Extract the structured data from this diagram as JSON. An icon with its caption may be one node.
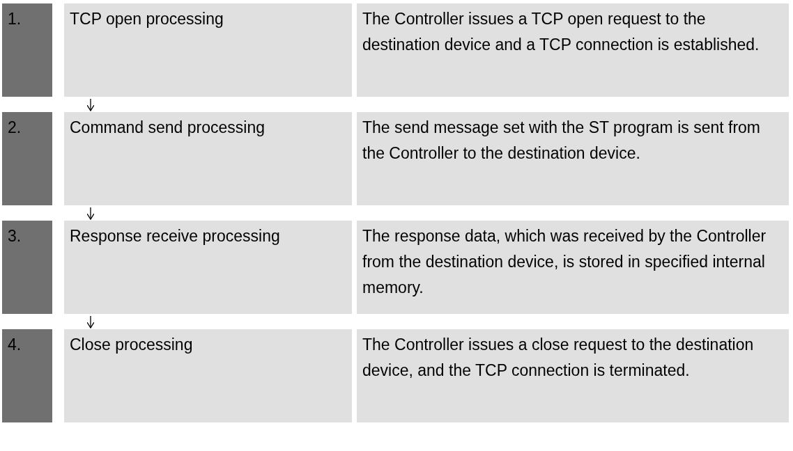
{
  "diagram": {
    "nodes": [
      {
        "text": [
          "1."
        ]
      },
      {
        "text": [
          "TCP open processing"
        ]
      },
      {
        "text": [
          "The Controller issues a TCP open request to the destination device and a TCP connection is established."
        ]
      },
      {
        "text": [
          "2."
        ]
      },
      {
        "text": [
          "Command send processing"
        ]
      },
      {
        "text": [
          "The send message set with the ST program is sent from the Controller to the destination device."
        ]
      },
      {
        "text": [
          "3."
        ]
      },
      {
        "text": [
          "Response receive processing"
        ]
      },
      {
        "text": [
          "The response data, which was received by the Controller from the destination device, is stored in specified internal memory."
        ]
      },
      {
        "text": [
          "4."
        ]
      },
      {
        "text": [
          "Close processing"
        ]
      },
      {
        "text": [
          "The Controller issues a close request to the destination device, and the TCP connection is terminated."
        ]
      }
    ],
    "edges": [
      {
        "from": 1,
        "to": 4,
        "arrow": "to"
      },
      {
        "from": 4,
        "to": 7,
        "arrow": "to"
      },
      {
        "from": 7,
        "to": 10,
        "arrow": "to"
      }
    ]
  }
}
